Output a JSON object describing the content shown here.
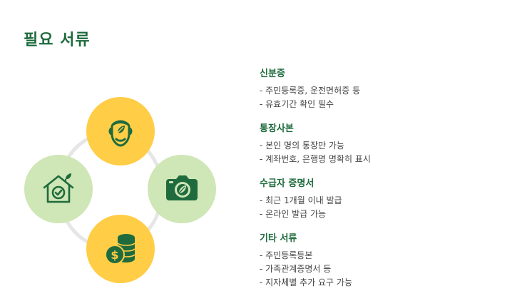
{
  "page": {
    "title": "필요 서류"
  },
  "colors": {
    "accent": "#1f6b3e",
    "yellow": "#ffcd46",
    "light_green": "#cfe6b6",
    "ring": "#e6e6e6"
  },
  "illustration": {
    "icons": [
      "person-leaf-icon",
      "house-check-icon",
      "camera-icon",
      "money-coins-icon"
    ]
  },
  "sections": [
    {
      "title": "신분증",
      "items": [
        "- 주민등록증, 운전면허증 등",
        "- 유효기간 확인 필수"
      ]
    },
    {
      "title": "통장사본",
      "items": [
        "- 본인 명의 통장만 가능",
        "- 계좌번호, 은행명 명확히 표시"
      ]
    },
    {
      "title": "수급자 증명서",
      "items": [
        "- 최근 1개월 이내 발급",
        "- 온라인 발급 가능"
      ]
    },
    {
      "title": "기타 서류",
      "items": [
        "- 주민등록등본",
        "- 가족관계증명서 등",
        "- 지자체별 추가 요구 가능"
      ]
    }
  ]
}
